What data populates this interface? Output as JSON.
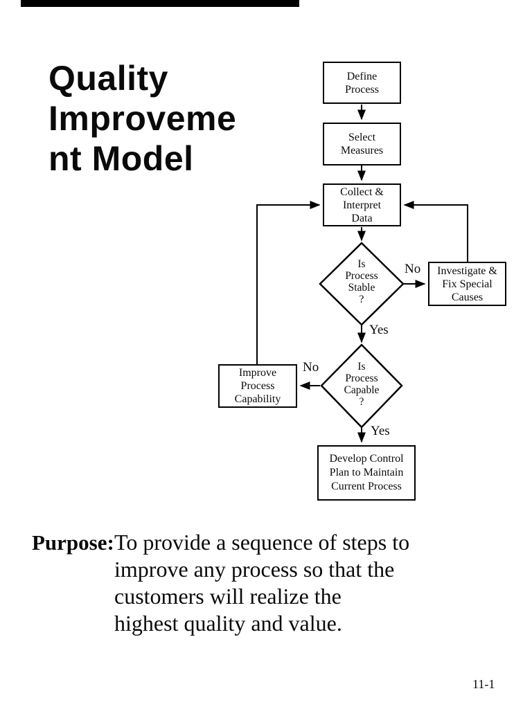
{
  "page": {
    "title_lines": [
      "Quality",
      "Improveme",
      "nt Model"
    ],
    "page_number": "11-1"
  },
  "colors": {
    "ink": "#000000",
    "background": "#ffffff"
  },
  "flowchart": {
    "nodes": {
      "define_process": {
        "lines": [
          "Define",
          "Process"
        ]
      },
      "select_measures": {
        "lines": [
          "Select",
          "Measures"
        ]
      },
      "collect_interpret": {
        "lines": [
          "Collect &",
          "Interpret",
          "Data"
        ]
      },
      "is_process_stable": {
        "lines": [
          "Is",
          "Process",
          "Stable",
          "?"
        ]
      },
      "investigate_fix": {
        "lines": [
          "Investigate &",
          "Fix Special",
          "Causes"
        ]
      },
      "improve_capability": {
        "lines": [
          "Improve",
          "Process",
          "Capability"
        ]
      },
      "is_process_capable": {
        "lines": [
          "Is",
          "Process",
          "Capable",
          "?"
        ]
      },
      "develop_control": {
        "lines": [
          "Develop Control",
          "Plan to Maintain",
          "Current Process"
        ]
      }
    },
    "edge_labels": {
      "stable_no": "No",
      "stable_yes": "Yes",
      "capable_no": "No",
      "capable_yes": "Yes"
    }
  },
  "purpose": {
    "label": "Purpose:",
    "lines": [
      "To provide a sequence of steps to",
      "improve any process so that the",
      "customers will realize the",
      "highest quality and value."
    ]
  }
}
